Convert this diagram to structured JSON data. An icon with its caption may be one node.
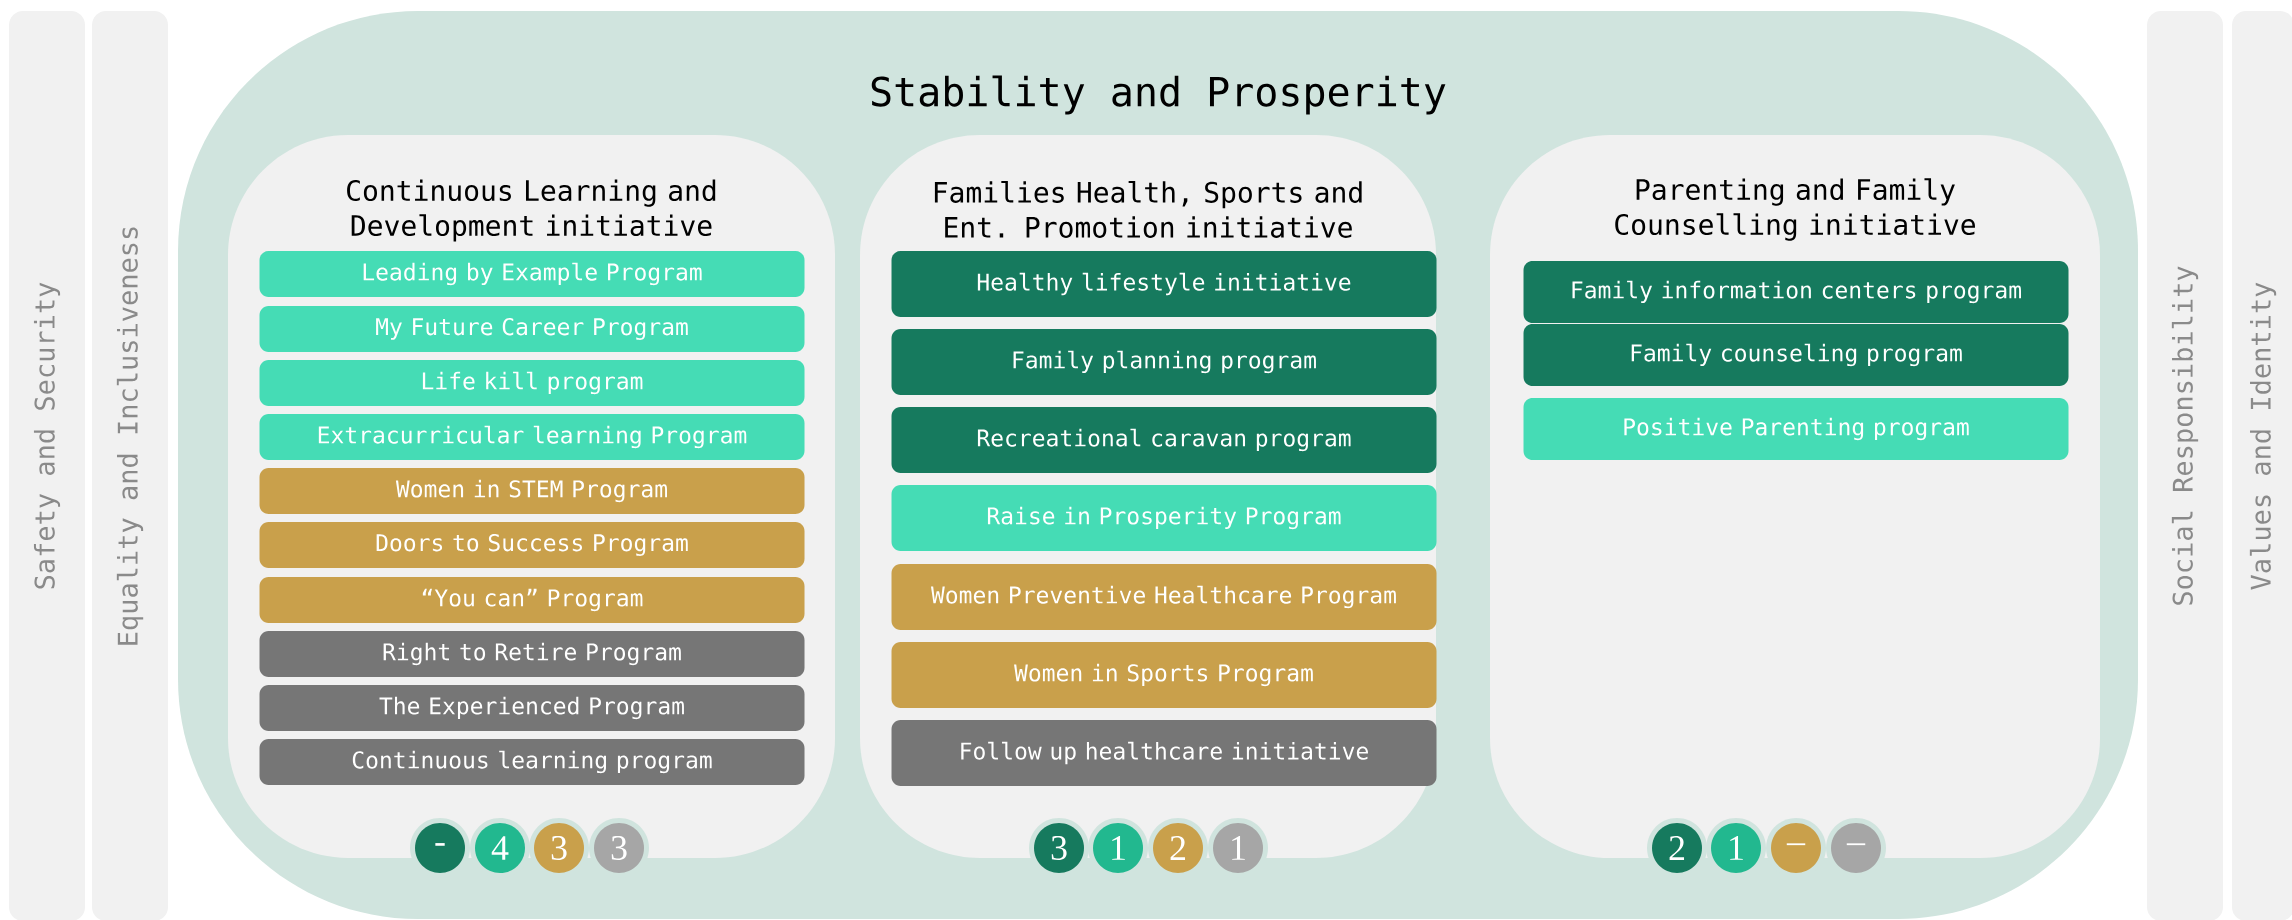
{
  "diagram": {
    "title": "Stability and Prosperity",
    "nodes": [
      {
        "text": [
          "Safety and Security"
        ]
      },
      {
        "text": [
          "Equality and Inclusiveness"
        ]
      },
      {
        "text": [],
        "shape": "box"
      },
      {
        "text": [
          "Continuous Learning and Development initiative"
        ],
        "in": 2
      },
      {
        "text": [
          "Leading by Example Program"
        ],
        "in": 3
      },
      {
        "text": [
          "My Future Career Program"
        ],
        "in": 3
      },
      {
        "text": [
          "Life kill program"
        ],
        "in": 3
      },
      {
        "text": [
          "Extracurricular learning Program"
        ],
        "in": 3
      },
      {
        "text": [
          "Women in STEM Program"
        ],
        "in": 3
      },
      {
        "text": [
          "Doors to Success Program"
        ],
        "in": 3
      },
      {
        "text": [
          "“You can” Program"
        ],
        "in": 3
      },
      {
        "text": [
          "Right to Retire Program"
        ],
        "in": 3
      },
      {
        "text": [
          "The Experienced Program"
        ],
        "in": 3
      },
      {
        "text": [
          "Continuous learning program"
        ],
        "in": 3
      },
      {
        "text": [
          "-"
        ],
        "in": 2
      },
      {
        "text": [
          "4"
        ],
        "in": 2
      },
      {
        "text": [
          "3"
        ],
        "in": 2
      },
      {
        "text": [
          "3"
        ],
        "in": 2
      },
      {
        "text": [
          "Families Health, Sports and Ent. Promotion initiative"
        ],
        "in": 2
      },
      {
        "text": [
          "Healthy lifestyle initiative"
        ],
        "in": 18
      },
      {
        "text": [
          "Family planning program"
        ],
        "in": 18
      },
      {
        "text": [
          "Recreational caravan program"
        ],
        "in": 18
      },
      {
        "text": [
          "Raise in Prosperity Program"
        ],
        "in": 18
      },
      {
        "text": [
          "Women Preventive Healthcare Program"
        ],
        "in": 18
      },
      {
        "text": [
          "Women in Sports Program"
        ],
        "in": 18
      },
      {
        "text": [
          "Follow up healthcare initiative"
        ],
        "in": 18
      },
      {
        "text": [
          "3"
        ],
        "in": 2
      },
      {
        "text": [
          "1"
        ],
        "in": 2
      },
      {
        "text": [
          "2"
        ],
        "in": 2
      },
      {
        "text": [
          "1"
        ],
        "in": 2
      },
      {
        "text": [
          "Parenting and Family Counselling initiative"
        ],
        "in": 2
      },
      {
        "text": [
          "Family information centers program"
        ],
        "in": 30
      },
      {
        "text": [
          "Family counseling program"
        ],
        "in": 30
      },
      {
        "text": [
          "Positive Parenting program"
        ],
        "in": 30
      },
      {
        "text": [
          "2"
        ],
        "in": 2
      },
      {
        "text": [
          "1"
        ],
        "in": 2
      },
      {
        "text": [
          "–"
        ],
        "in": 2
      },
      {
        "text": [
          "–"
        ],
        "in": 2
      },
      {
        "text": [
          "Social Responsibility"
        ]
      },
      {
        "text": [
          "Values and Identity"
        ]
      }
    ]
  }
}
